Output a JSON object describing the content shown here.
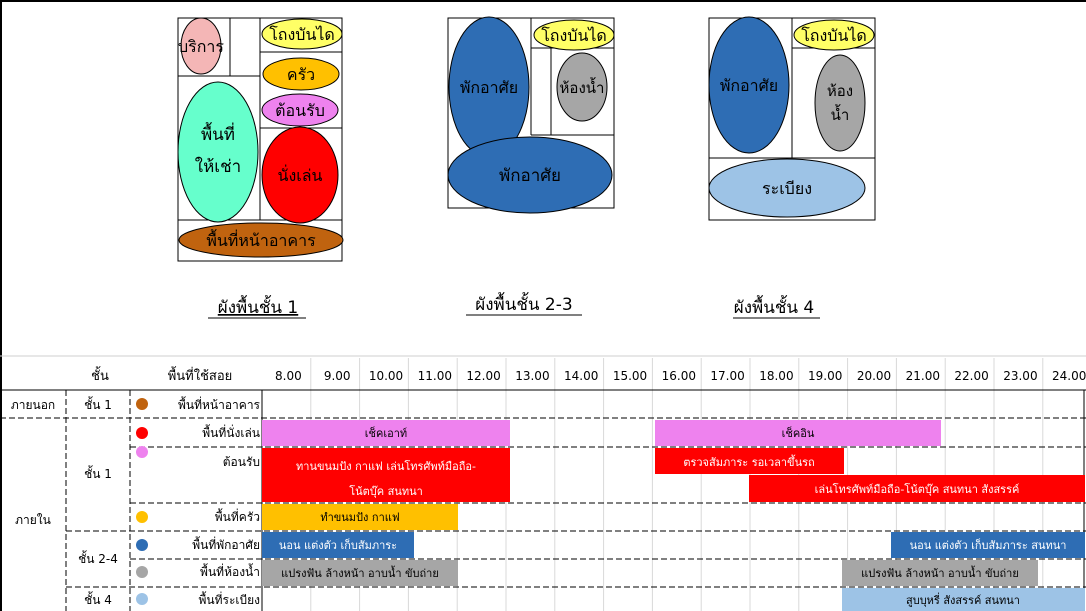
{
  "plans": {
    "floor1": {
      "caption": "ผังพื้นชั้น 1",
      "service": "บริการ",
      "stair": "โถงบันได",
      "kitchen": "ครัว",
      "reception": "ต้อนรับ",
      "rental_line1": "พื้นที่",
      "rental_line2": "ให้เช่า",
      "lounge": "นั่งเล่น",
      "front": "พื้นที่หน้าอาคาร"
    },
    "floor23": {
      "caption": "ผังพื้นชั้น 2-3",
      "stair": "โถงบันได",
      "bedroom_top": "พักอาศัย",
      "bath": "ห้องน้ำ",
      "bedroom_bottom": "พักอาศัย"
    },
    "floor4": {
      "caption": "ผังพื้นชั้น 4",
      "stair": "โถงบันได",
      "bedroom": "พักอาศัย",
      "bath_line1": "ห้อง",
      "bath_line2": "น้ำ",
      "balcony": "ระเบียง"
    }
  },
  "schedule": {
    "header": {
      "floor": "ชั้น",
      "area": "พื้นที่ใช้สอย"
    },
    "times": [
      "8.00",
      "9.00",
      "10.00",
      "11.00",
      "12.00",
      "13.00",
      "14.00",
      "15.00",
      "16.00",
      "17.00",
      "18.00",
      "19.00",
      "20.00",
      "21.00",
      "22.00",
      "23.00",
      "24.00"
    ],
    "zones": {
      "outside": "ภายนอก",
      "inside": "ภายใน"
    },
    "floors": {
      "f1_out": "ชั้น 1",
      "f1_in": "ชั้น 1",
      "f24": "ชั้น 2-4",
      "f4": "ชั้น 4"
    },
    "areas": {
      "front": "พื้นที่หน้าอาคาร",
      "lounge": "พื้นที่นั่งเล่น",
      "reception": "ต้อนรับ",
      "kitchen": "พื้นที่ครัว",
      "bedroom": "พื้นที่พักอาศัย",
      "bath": "พื้นที่ห้องน้ำ",
      "balcony": "พื้นที่ระเบียง"
    },
    "activities": {
      "checkout": "เช็คเอาท์",
      "checkin": "เช็คอิน",
      "breakfast_1": "ทานขนมปัง กาแฟ เล่นโทรศัพท์มือถือ-",
      "breakfast_2": "โน้ตบุ๊ค สนทนา",
      "inspect": "ตรวจสัมภาระ รอเวลาขึ้นรถ",
      "evening": "เล่นโทรศัพท์มือถือ-โน้ตบุ๊ค สนทนา สังสรรค์",
      "cook": "ทำขนมปัง กาแฟ",
      "sleep_am": "นอน แต่งตัว เก็บสัมภาระ",
      "sleep_pm": "นอน แต่งตัว เก็บสัมภาระ สนทนา",
      "bath_am": "แปรงฟัน ล้างหน้า อาบน้ำ ขับถ่าย",
      "bath_pm": "แปรงฟัน ล้างหน้า อาบน้ำ ขับถ่าย",
      "smoke": "สูบบุหรี่ สังสรรค์ สนทนา"
    }
  },
  "colors": {
    "front": "#c0630f",
    "lounge": "#ff0000",
    "reception": "#ee82ee",
    "kitchen": "#ffc000",
    "bedroom": "#2e6db4",
    "bath": "#a6a6a6",
    "balcony": "#9dc3e6",
    "stair": "#ffff66",
    "service": "#f4b6b6",
    "rental": "#66ffcc",
    "checkbar": "#ee82ee",
    "redbar": "#ff0000",
    "kitchenbar": "#ffc000",
    "bluebar": "#2e6db4",
    "graybar": "#a6a6a6",
    "lightbar": "#9dc3e6"
  }
}
